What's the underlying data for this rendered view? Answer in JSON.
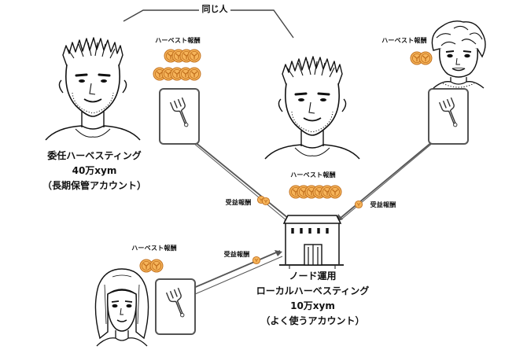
{
  "same_person_label": "同じ人",
  "harvest_reward_label": "ハーベスト報酬",
  "beneficiary_reward_label": "受益報酬",
  "delegated": {
    "title": "委任ハーベスティング",
    "amount": "40万xym",
    "note": "（長期保管アカウント）"
  },
  "node": {
    "line1": "ノード運用",
    "line2": "ローカルハーベスティング",
    "amount": "10万xym",
    "note": "（よく使うアカウント）"
  },
  "icons": {
    "person": "person-icon",
    "fork": "fork-icon",
    "coin": "symbol-coin-icon",
    "node": "node-building-icon"
  },
  "colors": {
    "coin_fill": "#f6b45a",
    "coin_stroke": "#c2711f",
    "link": "#555555",
    "card_border": "#555555"
  }
}
